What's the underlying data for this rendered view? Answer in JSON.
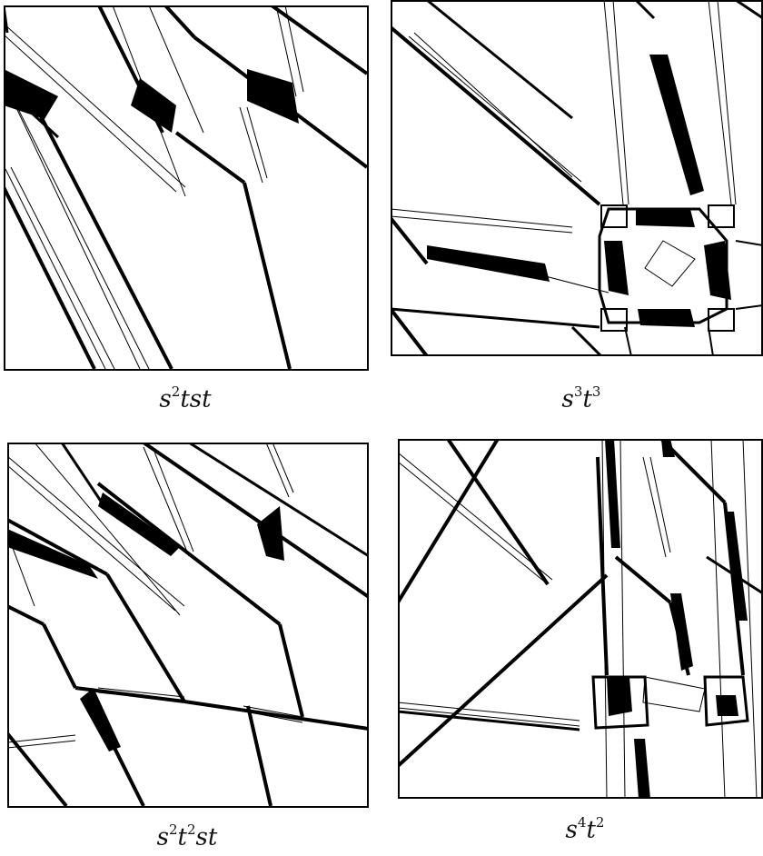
{
  "panels": [
    {
      "id": "s2tst",
      "label_parts": [
        {
          "base": "s",
          "exp": "2"
        },
        {
          "base": "tst",
          "exp": ""
        }
      ]
    },
    {
      "id": "s3t3",
      "label_parts": [
        {
          "base": "s",
          "exp": "3"
        },
        {
          "base": "t",
          "exp": "3"
        }
      ]
    },
    {
      "id": "s2t2st",
      "label_parts": [
        {
          "base": "s",
          "exp": "2"
        },
        {
          "base": "t",
          "exp": "2"
        },
        {
          "base": "st",
          "exp": ""
        }
      ]
    },
    {
      "id": "s4t2",
      "label_parts": [
        {
          "base": "s",
          "exp": "4"
        },
        {
          "base": "t",
          "exp": "2"
        }
      ]
    }
  ],
  "colors": {
    "ink": "#000000",
    "paper": "#ffffff"
  }
}
